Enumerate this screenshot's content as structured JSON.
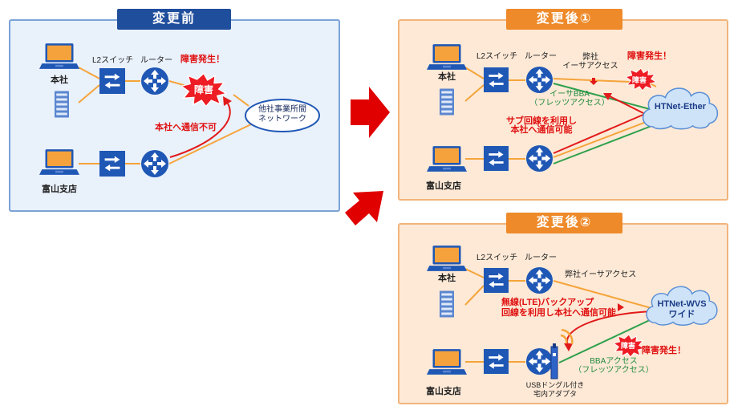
{
  "before": {
    "title": "変更前",
    "switch_label": "L2スイッチ",
    "router_label": "ルーター",
    "head_office": "本社",
    "branch": "富山支店",
    "fault_occurred": "障害発生！",
    "fault_badge": "障害",
    "cannot_reach": "本社へ通信不可",
    "cloud": "他社事業所間\nネットワーク"
  },
  "after1": {
    "title": "変更後①",
    "switch_label": "L2スイッチ",
    "router_label": "ルーター",
    "head_office": "本社",
    "branch": "富山支店",
    "own_access": "弊社\nイーサアクセス",
    "fault_occurred": "障害発生！",
    "fault_badge": "障害",
    "bba": "イーサBBA\n（フレッツアクセス）",
    "cloud": "HTNet-Ether",
    "sub_line": "サブ回線を利用し\n本社へ通信可能"
  },
  "after2": {
    "title": "変更後②",
    "switch_label": "L2スイッチ",
    "router_label": "ルーター",
    "head_office": "本社",
    "branch": "富山支店",
    "own_access": "弊社イーサアクセス",
    "wireless": "無線(LTE)バックアップ\n回線を利用し本社へ通信可能",
    "cloud": "HTNet-WVS\nワイド",
    "fault_badge": "障害",
    "fault_occurred": "障害発生！",
    "bba": "BBAアクセス\n（フレッツアクセス）",
    "usb": "USBドングル付き\n宅内アダプタ"
  },
  "colors": {
    "orange_line": "#f5a43a",
    "red_line": "#e21a1a",
    "green_line": "#2ea04c",
    "device_blue": "#1f57b5",
    "arrow_red": "#e00000"
  }
}
